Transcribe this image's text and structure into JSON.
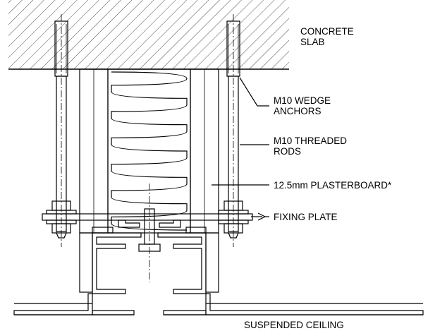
{
  "labels": {
    "concrete_slab_line1": "CONCRETE",
    "concrete_slab_line2": "SLAB",
    "wedge_anchors_line1": "M10 WEDGE",
    "wedge_anchors_line2": "ANCHORS",
    "threaded_rods_line1": "M10 THREADED",
    "threaded_rods_line2": "RODS",
    "plasterboard": "12.5mm PLASTERBOARD*",
    "fixing_plate": "FIXING PLATE",
    "suspended_ceiling": "SUSPENDED CEILING"
  },
  "colors": {
    "line": "#000000",
    "background": "#ffffff",
    "stipple": "#555555"
  }
}
